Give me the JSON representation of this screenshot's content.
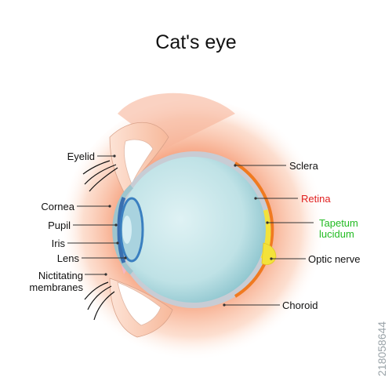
{
  "title": "Cat's eye",
  "labels": {
    "eyelid": "Eyelid",
    "cornea": "Cornea",
    "pupil": "Pupil",
    "iris": "Iris",
    "lens": "Lens",
    "nictitating_1": "Nictitating",
    "nictitating_2": "membranes",
    "sclera": "Sclera",
    "retina": "Retina",
    "tapetum_1": "Tapetum",
    "tapetum_2": "lucidum",
    "optic_nerve": "Optic nerve",
    "choroid": "Choroid"
  },
  "colors": {
    "text": "#111111",
    "retina_label": "#e02020",
    "tapetum_label": "#22bb22",
    "eyeball": "#bfe2e6",
    "glow": "#f6a07c",
    "sclera": "#c8ccd4",
    "retina_band": "#f07a20",
    "tapetum_band": "#f3e23a"
  },
  "watermark": {
    "stock_id": "218058644"
  }
}
